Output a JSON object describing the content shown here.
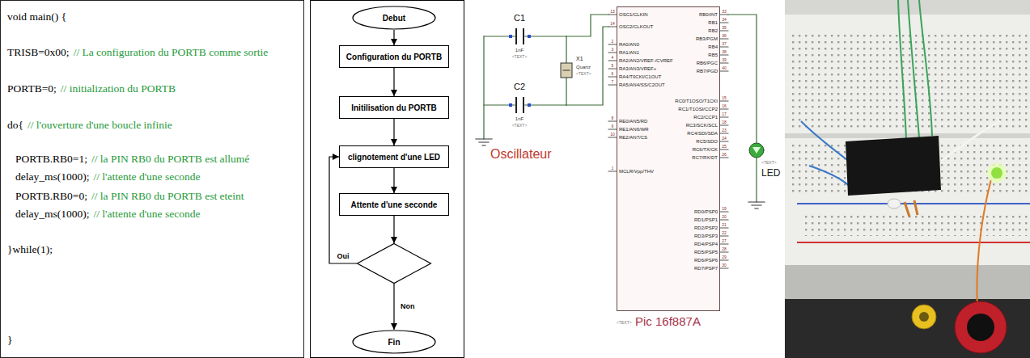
{
  "diagram": {
    "nodes": [
      {
        "text": [
          "void main() {",
          "TRISB=0x00;",
          "// La configuration du PORTB comme sortie",
          "PORTB=0;",
          "// initialization du PORTB",
          "do{",
          "// l'ouverture d'une boucle infinie",
          "PORTB.RB0=1;",
          "// la PIN RB0 du PORTB est allumé",
          "delay_ms(1000);",
          "// l'attente d'une seconde",
          "PORTB.RB0=0;",
          "// la PIN RB0 du PORTB est eteint",
          "delay_ms(1000);",
          "// l'attente d'une seconde",
          "}while(1);",
          "}"
        ]
      },
      {
        "text": [
          "Debut"
        ]
      },
      {
        "text": [
          "Configuration du PORTB"
        ]
      },
      {
        "text": [
          "Initilisation du PORTB"
        ]
      },
      {
        "text": [
          "clignotement d'une LED"
        ]
      },
      {
        "text": [
          "Attente d'une seconde"
        ]
      },
      {
        "text": []
      },
      {
        "text": [
          "Fin"
        ]
      },
      {
        "text": [
          "Pic 16f887A"
        ]
      }
    ],
    "edges": [
      {
        "from": 1,
        "to": 2,
        "arrow": "to"
      },
      {
        "from": 2,
        "to": 3,
        "arrow": "to"
      },
      {
        "from": 3,
        "to": 4,
        "arrow": "to"
      },
      {
        "from": 4,
        "to": 5,
        "arrow": "to"
      },
      {
        "from": 5,
        "to": 6,
        "arrow": "to"
      },
      {
        "from": 6,
        "to": 4,
        "label": "Oui",
        "arrow": "to"
      },
      {
        "from": 6,
        "to": 7,
        "label": "Non",
        "arrow": "to"
      }
    ],
    "labels": [
      "C1",
      "1nF",
      "<TEXT>",
      "X1",
      "Quartz",
      "<TEXT>",
      "C2",
      "1nF",
      "<TEXT>",
      "Oscillateur",
      "LED",
      "<TEXT>",
      "<TEXT>",
      "13",
      "OSC1/CLKIN",
      "14",
      "OSC2/CLKOUT",
      "2",
      "RA0/AN0",
      "3",
      "RA1/AN1",
      "4",
      "RA2/AN2/VREF-/CVREF",
      "5",
      "RA3/AN3/VREF+",
      "6",
      "RA4/T0CKI/C1OUT",
      "7",
      "RA5/AN4/SS/C2OUT",
      "8",
      "RE0/AN5/RD",
      "9",
      "RE1/AN6/WR",
      "10",
      "RE2/AN7/CS",
      "1",
      "MCLR/Vpp/THV",
      "33",
      "RB0/INT",
      "34",
      "RB1",
      "35",
      "RB2",
      "36",
      "RB3/PGM",
      "37",
      "RB4",
      "38",
      "RB5",
      "39",
      "RB6/PGC",
      "40",
      "RB7/PGD",
      "15",
      "RC0/T1OSO/T1CKI",
      "16",
      "RC1/T1OSI/CCP2",
      "17",
      "RC2/CCP1",
      "18",
      "RC3/SCK/SCL",
      "23",
      "RC4/SDI/SDA",
      "24",
      "RC5/SDO",
      "25",
      "RC6/TX/CK",
      "26",
      "RC7/RX/DT",
      "19",
      "RD0/PSP0",
      "20",
      "RD1/PSP1",
      "21",
      "RD2/PSP2",
      "22",
      "RD3/PSP3",
      "27",
      "RD4/PSP4",
      "28",
      "RD5/PSP5",
      "29",
      "RD6/PSP6",
      "30",
      "RD7/PSP7"
    ]
  }
}
